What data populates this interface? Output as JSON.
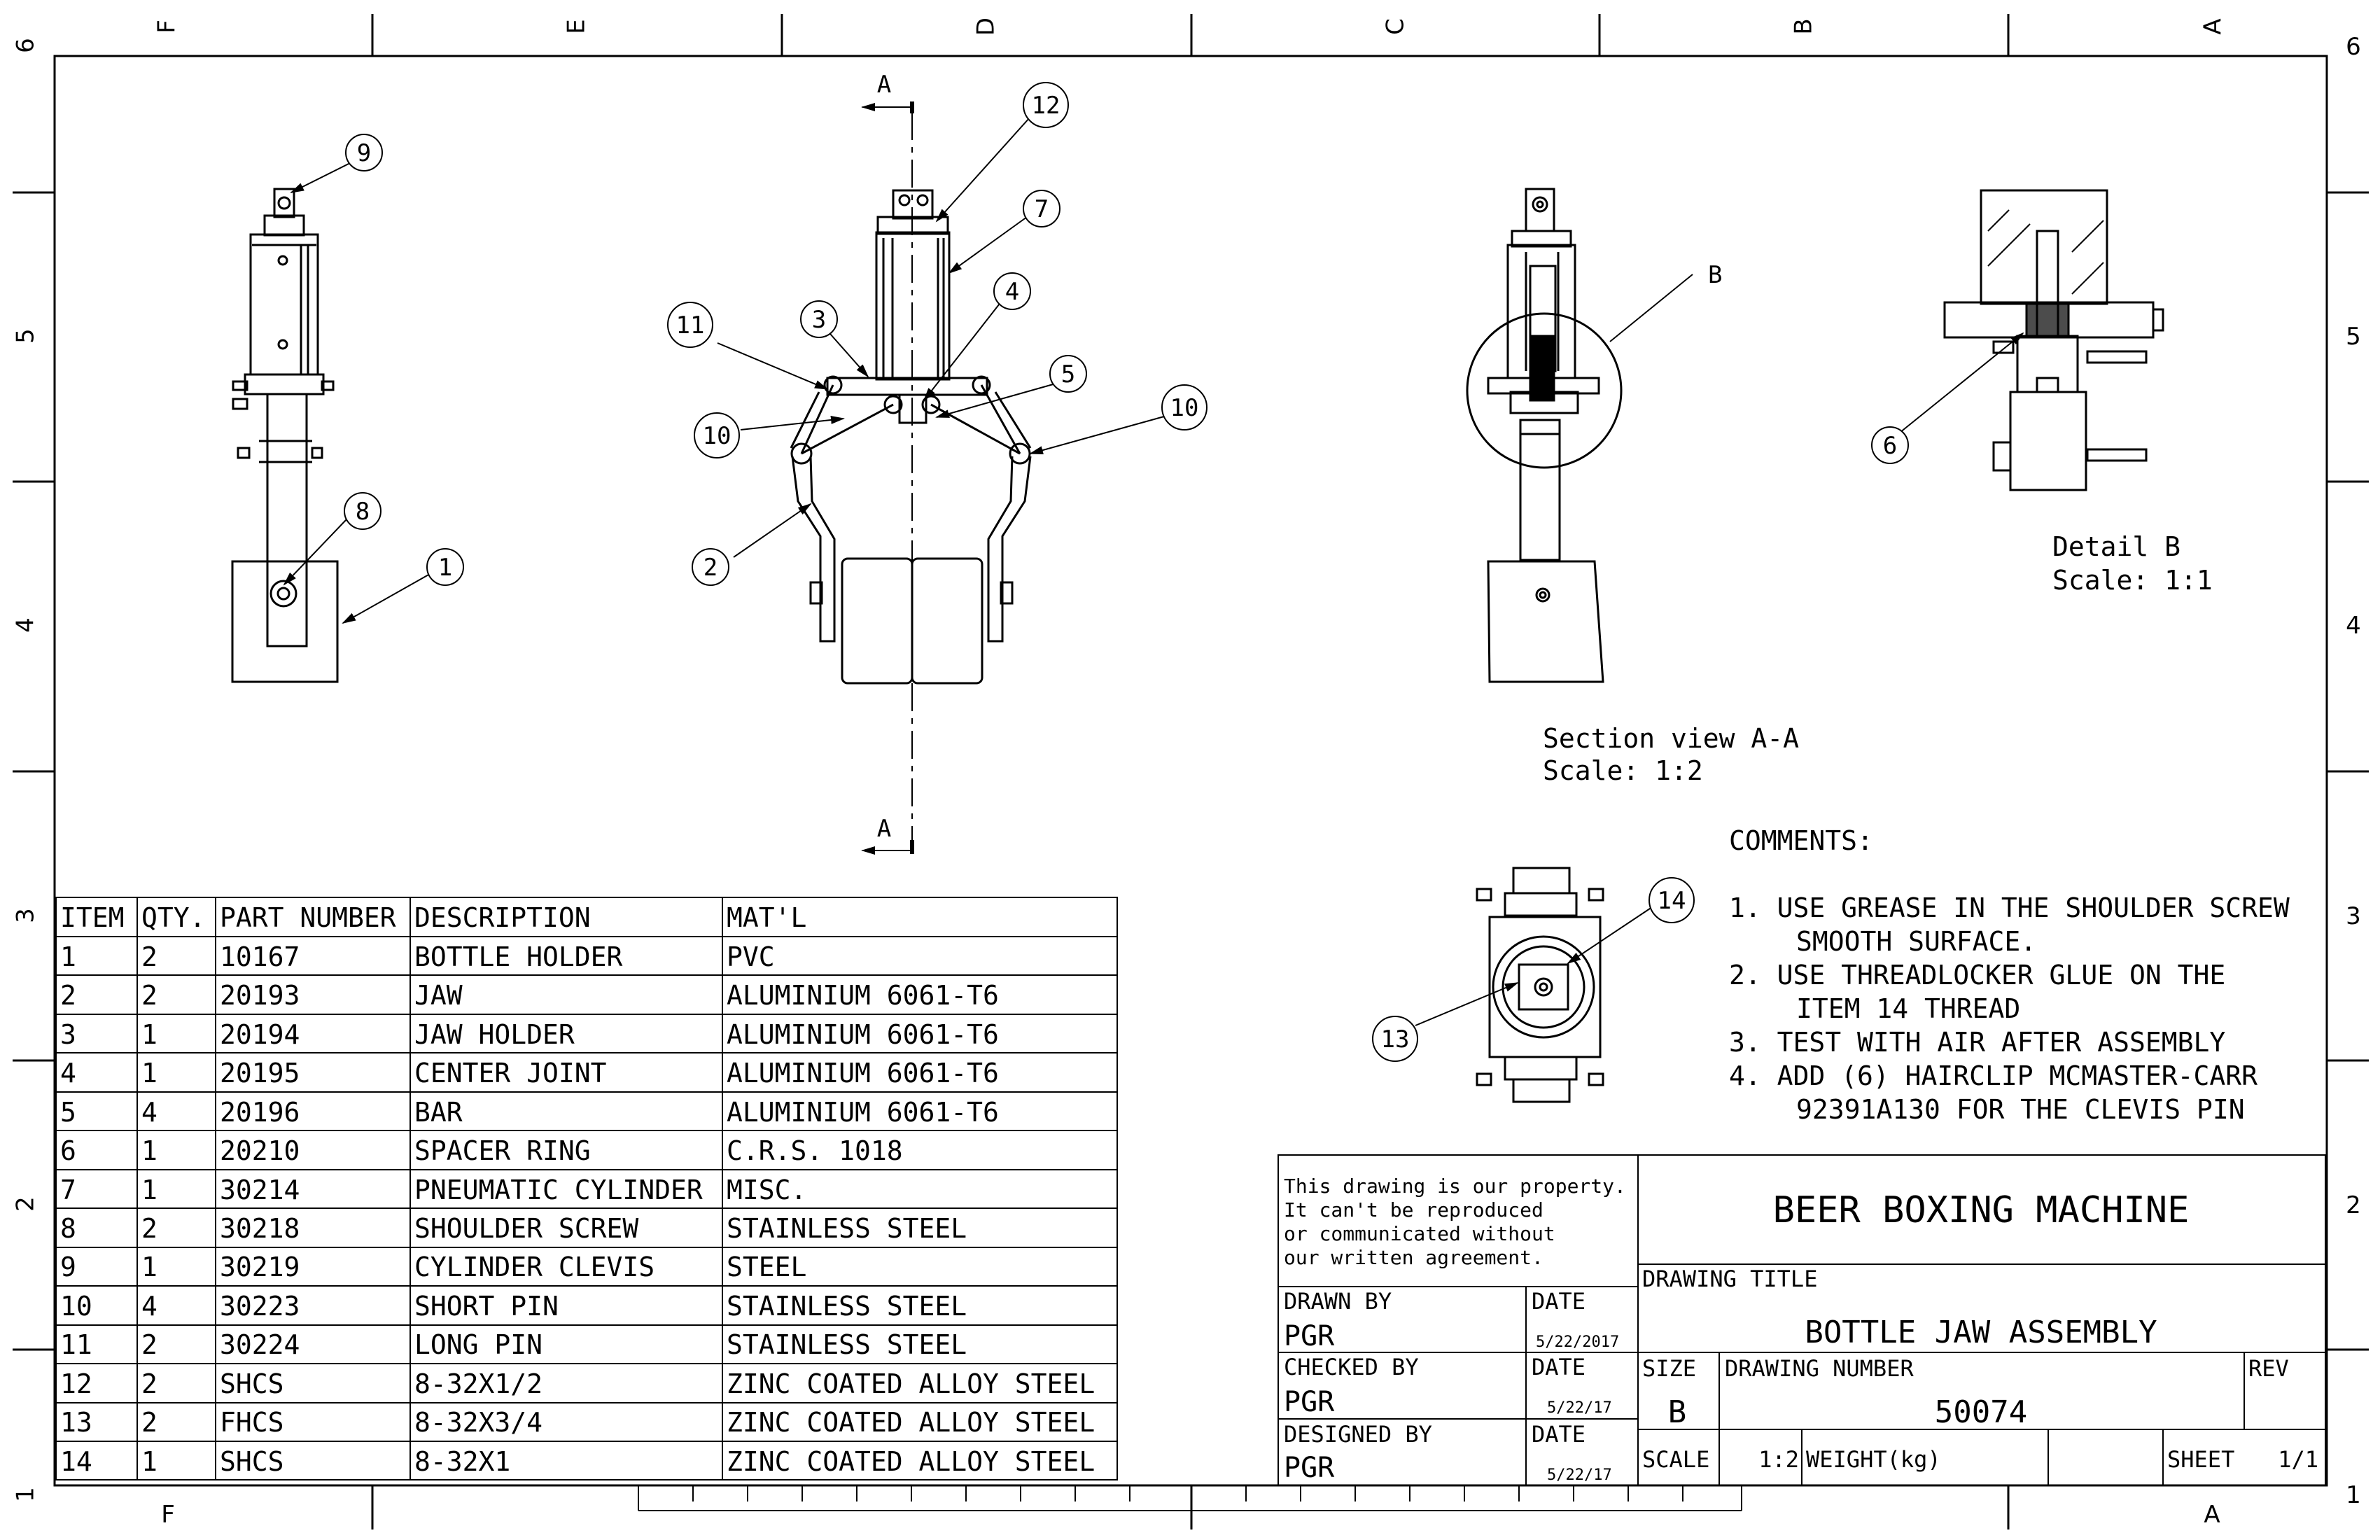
{
  "drawing": {
    "zone_cols_top": [
      "F",
      "E",
      "D",
      "C",
      "B",
      "A"
    ],
    "zone_rows": [
      "6",
      "5",
      "4",
      "3",
      "2",
      "1"
    ],
    "zone_bottom_left": "F",
    "zone_bottom_right": "A"
  },
  "views": {
    "section_label": "A",
    "section_title": "Section view A-A",
    "section_scale": "Scale:  1:2",
    "detail_marker": "B",
    "detail_title": "Detail B",
    "detail_scale": "Scale:  1:1"
  },
  "balloons": {
    "b1": "1",
    "b2": "2",
    "b3": "3",
    "b4": "4",
    "b5": "5",
    "b6": "6",
    "b7": "7",
    "b8": "8",
    "b9": "9",
    "b10a": "10",
    "b10b": "10",
    "b11": "11",
    "b12": "12",
    "b13": "13",
    "b14": "14"
  },
  "bom": {
    "headers": [
      "ITEM",
      "QTY.",
      "PART NUMBER",
      "DESCRIPTION",
      "MAT'L"
    ],
    "rows": [
      [
        "1",
        "2",
        "10167",
        "BOTTLE HOLDER",
        "PVC"
      ],
      [
        "2",
        "2",
        "20193",
        "JAW",
        "ALUMINIUM 6061-T6"
      ],
      [
        "3",
        "1",
        "20194",
        "JAW HOLDER",
        "ALUMINIUM 6061-T6"
      ],
      [
        "4",
        "1",
        "20195",
        "CENTER JOINT",
        "ALUMINIUM 6061-T6"
      ],
      [
        "5",
        "4",
        "20196",
        "BAR",
        "ALUMINIUM 6061-T6"
      ],
      [
        "6",
        "1",
        "20210",
        "SPACER RING",
        "C.R.S. 1018"
      ],
      [
        "7",
        "1",
        "30214",
        "PNEUMATIC CYLINDER",
        "MISC."
      ],
      [
        "8",
        "2",
        "30218",
        "SHOULDER SCREW",
        "STAINLESS STEEL"
      ],
      [
        "9",
        "1",
        "30219",
        "CYLINDER CLEVIS",
        "STEEL"
      ],
      [
        "10",
        "4",
        "30223",
        "SHORT PIN",
        "STAINLESS STEEL"
      ],
      [
        "11",
        "2",
        "30224",
        "LONG PIN",
        "STAINLESS STEEL"
      ],
      [
        "12",
        "2",
        "SHCS",
        "8-32X1/2",
        "ZINC COATED ALLOY STEEL"
      ],
      [
        "13",
        "2",
        "FHCS",
        "8-32X3/4",
        "ZINC COATED ALLOY STEEL"
      ],
      [
        "14",
        "1",
        "SHCS",
        "8-32X1",
        "ZINC COATED ALLOY STEEL"
      ]
    ]
  },
  "comments": {
    "title": "COMMENTS:",
    "lines": [
      "1. USE GREASE IN THE SHOULDER SCREW",
      "SMOOTH SURFACE.",
      "2. USE THREADLOCKER GLUE ON THE",
      "ITEM 14 THREAD",
      "3. TEST WITH AIR AFTER ASSEMBLY",
      "4. ADD (6) HAIRCLIP MCMASTER-CARR",
      "92391A130 FOR THE CLEVIS PIN"
    ]
  },
  "title_block": {
    "property_lines": [
      "This drawing is our property.",
      "It can't be reproduced",
      "or communicated without",
      "our written agreement."
    ],
    "project": "BEER BOXING MACHINE",
    "drawing_title_label": "DRAWING TITLE",
    "drawing_title": "BOTTLE JAW ASSEMBLY",
    "drawn_by_label": "DRAWN BY",
    "drawn_by": "PGR",
    "date_label": "DATE",
    "drawn_date": "5/22/2017",
    "checked_by_label": "CHECKED BY",
    "checked_by": "PGR",
    "checked_date": "5/22/17",
    "designed_by_label": "DESIGNED BY",
    "designed_by": "PGR",
    "designed_date": "5/22/17",
    "size_label": "SIZE",
    "size": "B",
    "drawing_number_label": "DRAWING NUMBER",
    "drawing_number": "50074",
    "rev_label": "REV",
    "scale_label": "SCALE",
    "scale": "1:2",
    "weight_label": "WEIGHT(kg)",
    "sheet_label": "SHEET",
    "sheet": "1/1"
  }
}
